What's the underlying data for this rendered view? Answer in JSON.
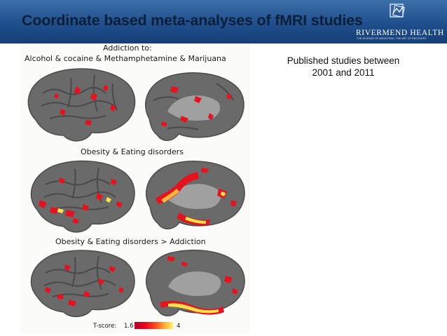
{
  "header": {
    "title": "Coordinate based meta-analyses of fMRI studies",
    "logo": {
      "name": "RIVERMEND HEALTH",
      "tagline": "THE SCIENCE OF ADDICTION • THE ART OF RECOVERY"
    }
  },
  "figure": {
    "addiction_title": "Addiction to:",
    "panels": [
      {
        "label": "Alcohol & cocaine & Methamphetamine & Marijuana"
      },
      {
        "label": "Obesity & Eating disorders"
      },
      {
        "label": "Obesity & Eating disorders > Addiction"
      }
    ],
    "legend": {
      "label": "T-score:",
      "min": "1.6",
      "max": "4"
    }
  },
  "note": {
    "line1": "Published studies between",
    "line2": "2001 and 2011"
  }
}
